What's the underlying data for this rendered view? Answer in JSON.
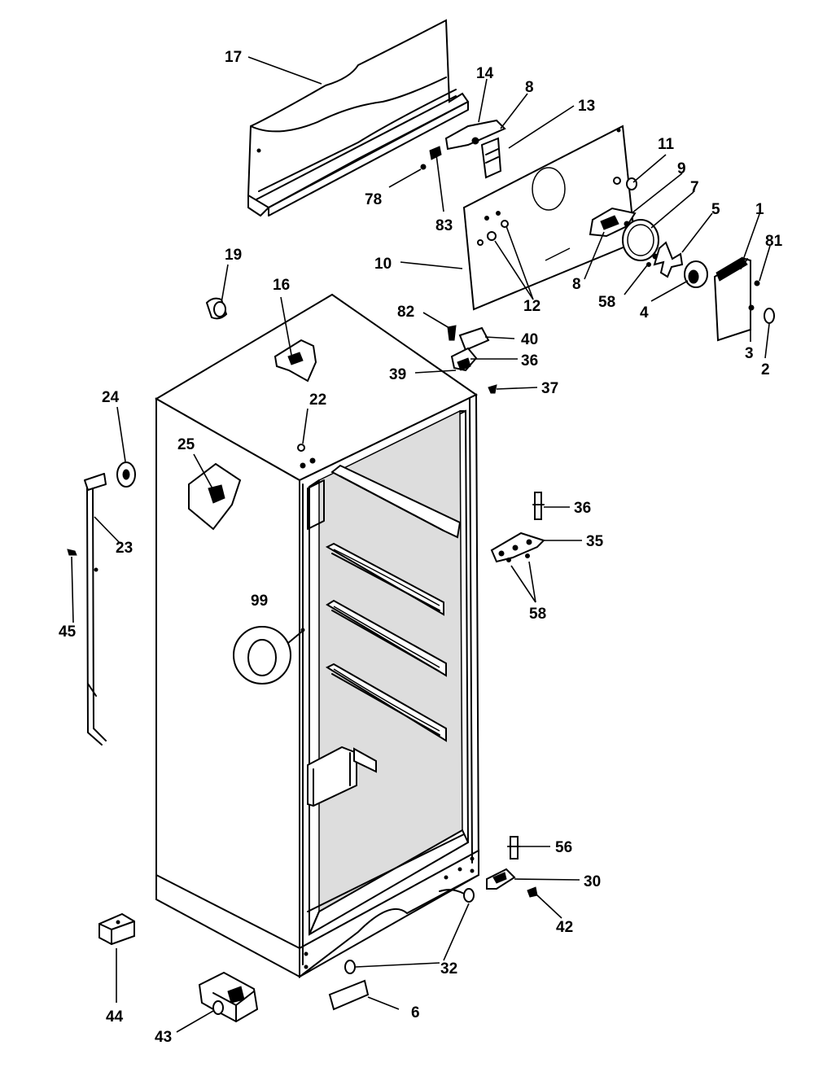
{
  "labels": {
    "l1": "1",
    "l2": "2",
    "l3": "3",
    "l4": "4",
    "l5": "5",
    "l6": "6",
    "l7": "7",
    "l8a": "8",
    "l8b": "8",
    "l9": "9",
    "l10": "10",
    "l11": "11",
    "l12": "12",
    "l13": "13",
    "l14": "14",
    "l16": "16",
    "l17": "17",
    "l19": "19",
    "l22": "22",
    "l23": "23",
    "l24": "24",
    "l25": "25",
    "l30": "30",
    "l32": "32",
    "l35": "35",
    "l36a": "36",
    "l36b": "36",
    "l37": "37",
    "l39": "39",
    "l40": "40",
    "l42": "42",
    "l43": "43",
    "l44": "44",
    "l45": "45",
    "l56": "56",
    "l58a": "58",
    "l58b": "58",
    "l78": "78",
    "l81": "81",
    "l82": "82",
    "l83": "83",
    "l99": "99"
  }
}
